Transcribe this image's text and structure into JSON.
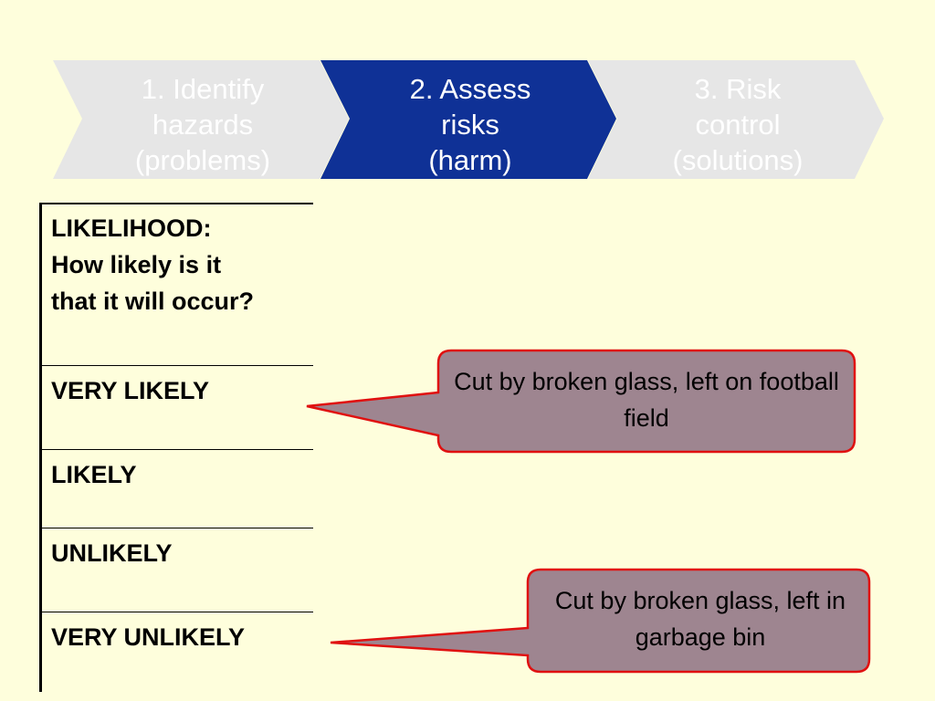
{
  "steps": [
    {
      "label": "1. Identify\nhazards\n(problems)",
      "state": "inactive"
    },
    {
      "label": "2. Assess\nrisks\n(harm)",
      "state": "active"
    },
    {
      "label": "3. Risk\ncontrol\n(solutions)",
      "state": "inactive"
    }
  ],
  "table": {
    "header": "LIKELIHOOD:\nHow likely is it\nthat it will occur?",
    "rows": [
      "VERY LIKELY",
      "LIKELY",
      "UNLIKELY",
      "VERY UNLIKELY"
    ]
  },
  "callouts": [
    {
      "text": "Cut by broken glass, left on football field",
      "points_to": "VERY LIKELY"
    },
    {
      "text": "Cut by broken glass, left in garbage bin",
      "points_to": "VERY UNLIKELY"
    }
  ],
  "colors": {
    "background": "#fefedc",
    "chevron_inactive": "#e6e6e6",
    "chevron_active": "#0f3196",
    "callout_fill": "#9e8590",
    "callout_border": "#e01010"
  }
}
